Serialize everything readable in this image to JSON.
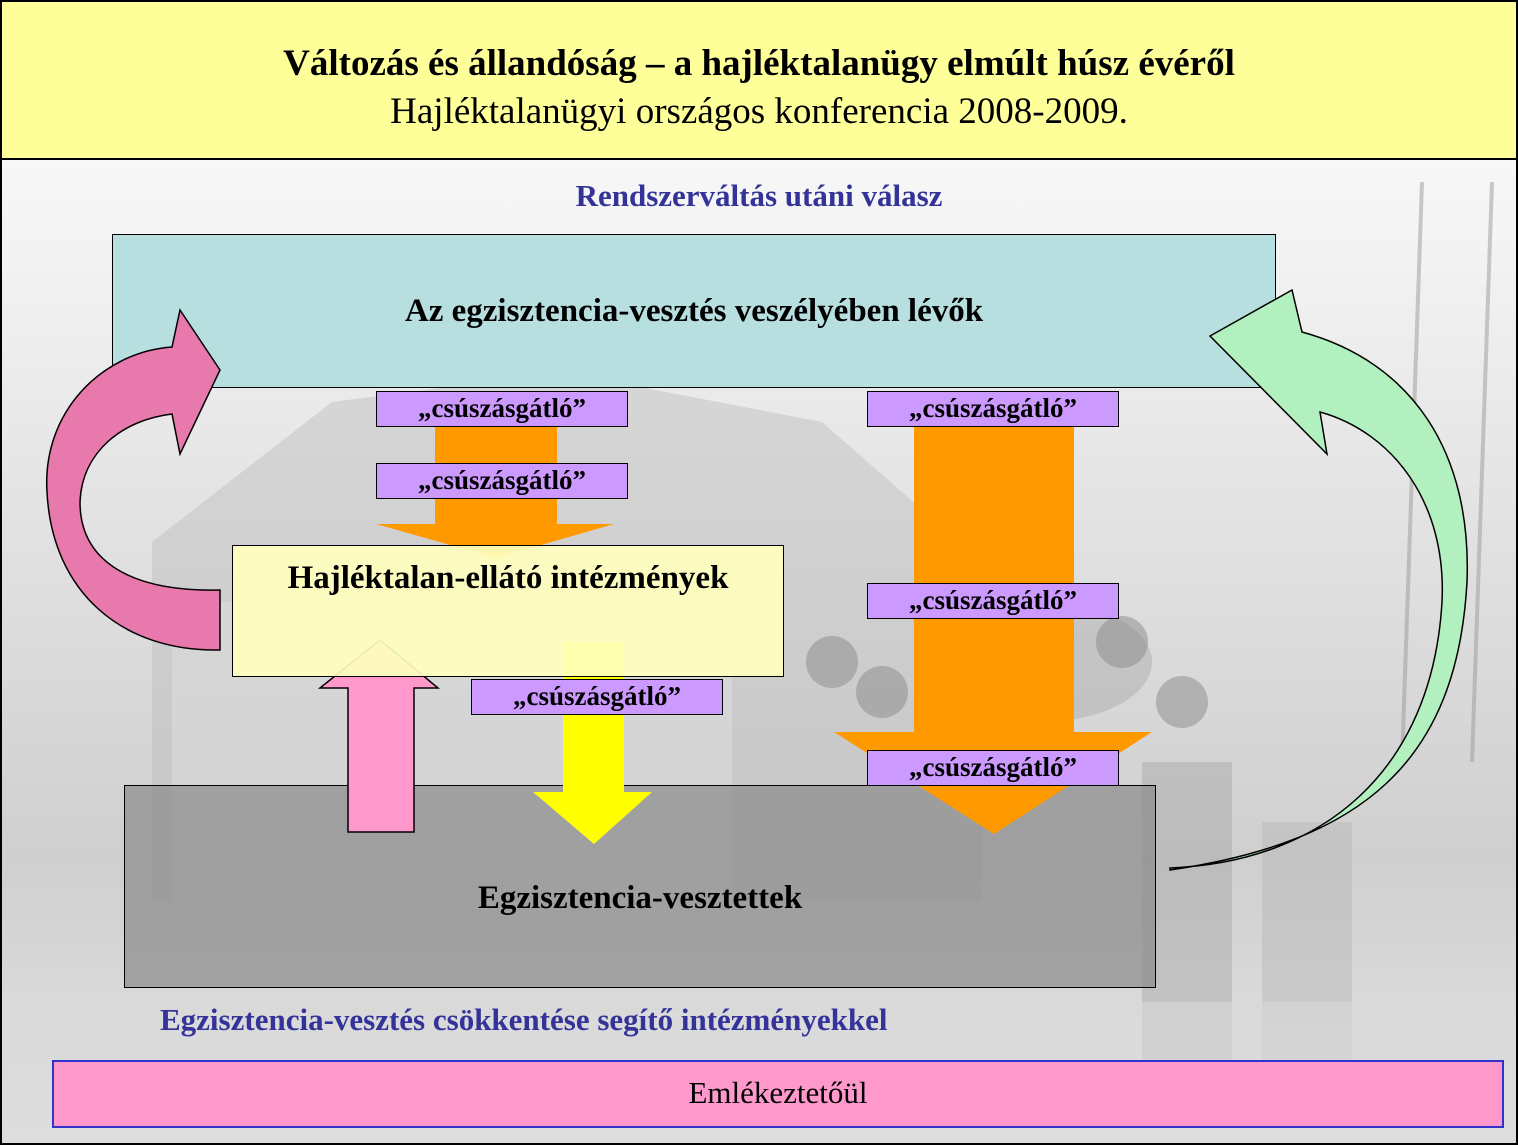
{
  "header": {
    "title": "Változás és állandóság – a hajléktalanügy elmúlt húsz évéről",
    "subtitle": "Hajléktalanügyi országos konferencia 2008-2009."
  },
  "top_heading": "Rendszerváltás utáni válasz",
  "boxes": {
    "at_risk": "Az egzisztencia-vesztés veszélyében lévők",
    "shelters": "Hajléktalan-ellátó intézmények",
    "lost": "Egzisztencia-vesztettek"
  },
  "tags": [
    "„csúszásgátló”",
    "„csúszásgátló”",
    "„csúszásgátló”",
    "„csúszásgátló”",
    "„csúszásgátló”",
    "„csúszásgátló”"
  ],
  "bottom_heading": "Egzisztencia-vesztés csökkentése segítő intézményekkel",
  "footer": "Emlékeztetőül",
  "colors": {
    "header_bg": "#ffff99",
    "heading_blue": "#333399",
    "at_risk_box": "#b8dfe0",
    "shelters_box": "#ffffbf",
    "lost_box": "#8c8c8c",
    "tag": "#cc99ff",
    "orange_arrow": "#ff9900",
    "yellow_arrow": "#ffff00",
    "pink_arrow": "#ff99cc",
    "green_arrow": "#b3f0c0",
    "footer_bg": "#ff99cc"
  }
}
